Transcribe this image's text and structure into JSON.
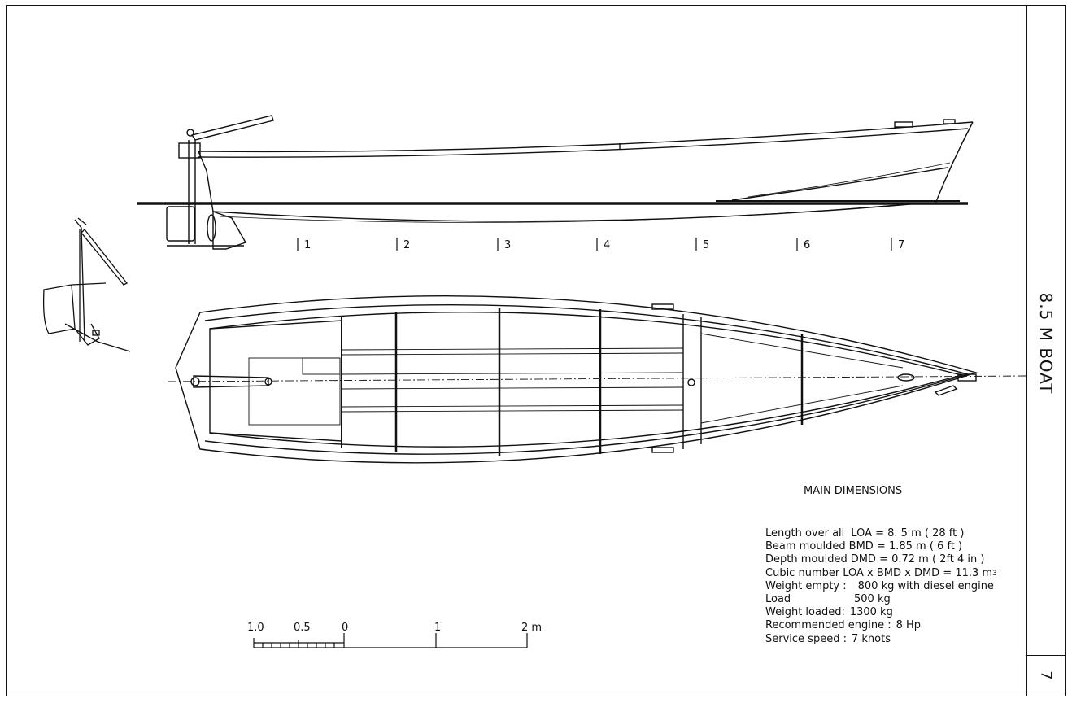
{
  "sheet": {
    "title": "8.5 M BOAT",
    "page_number": "7"
  },
  "stations": [
    "1",
    "2",
    "3",
    "4",
    "5",
    "6",
    "7"
  ],
  "scale_bar": {
    "labels": [
      "1.0",
      "0.5",
      "0",
      "1",
      "2 m"
    ]
  },
  "dimensions": {
    "heading": "MAIN DIMENSIONS",
    "rows": [
      {
        "label": "Length over all",
        "value": "LOA = 8. 5 m  ( 28 ft )"
      },
      {
        "label": "Beam moulded",
        "value": "BMD = 1.85 m  ( 6 ft )"
      },
      {
        "label": "Depth moulded",
        "value": "DMD = 0.72 m  ( 2ft 4 in )"
      },
      {
        "label": "Cubic number",
        "value": "LOA x BMD x DMD = 11.3 m",
        "sup": "3"
      },
      {
        "label": "Weight empty :",
        "value": "800 kg with diesel engine"
      },
      {
        "label": "Load",
        "value": "500 kg"
      },
      {
        "label": "Weight loaded:",
        "value": "1300 kg"
      },
      {
        "label": "Recommended engine :",
        "value": "8 Hp"
      },
      {
        "label": "Service speed :",
        "value": "7 knots"
      }
    ]
  }
}
